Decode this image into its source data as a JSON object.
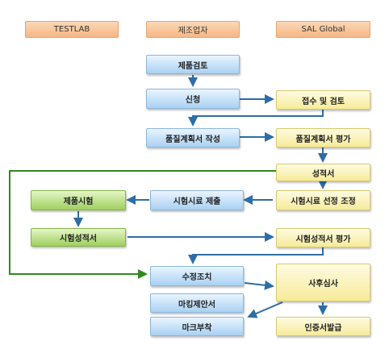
{
  "headers": {
    "testlab": "TESTLAB",
    "maker": "제조업자",
    "sal": "SAL Global"
  },
  "nodes": {
    "product_review": "제품검토",
    "application": "신청",
    "receipt_review": "접수 및 검토",
    "quality_plan_write": "품질계획서 작성",
    "quality_plan_eval": "품질계획서 평가",
    "report": "성적서",
    "test_sample_submit": "시험시료 제출",
    "test_sample_select": "시험시료 선정 조정",
    "product_test": "제품시험",
    "test_report": "시험성적서",
    "test_report_eval": "시험성적서 평가",
    "corrective_action": "수정조치",
    "mark_application": "마킹제안서",
    "mark_attach": "마크부착",
    "post_audit": "사후심사",
    "cert_issue": "인증서발급"
  },
  "colors": {
    "header": "#f6b784",
    "maker": "#a9d1f2",
    "sal": "#f6eb9a",
    "testlab": "#9fcf5e",
    "arrow_blue": "#2e6ea6",
    "loop_green": "#2f8a1e"
  }
}
